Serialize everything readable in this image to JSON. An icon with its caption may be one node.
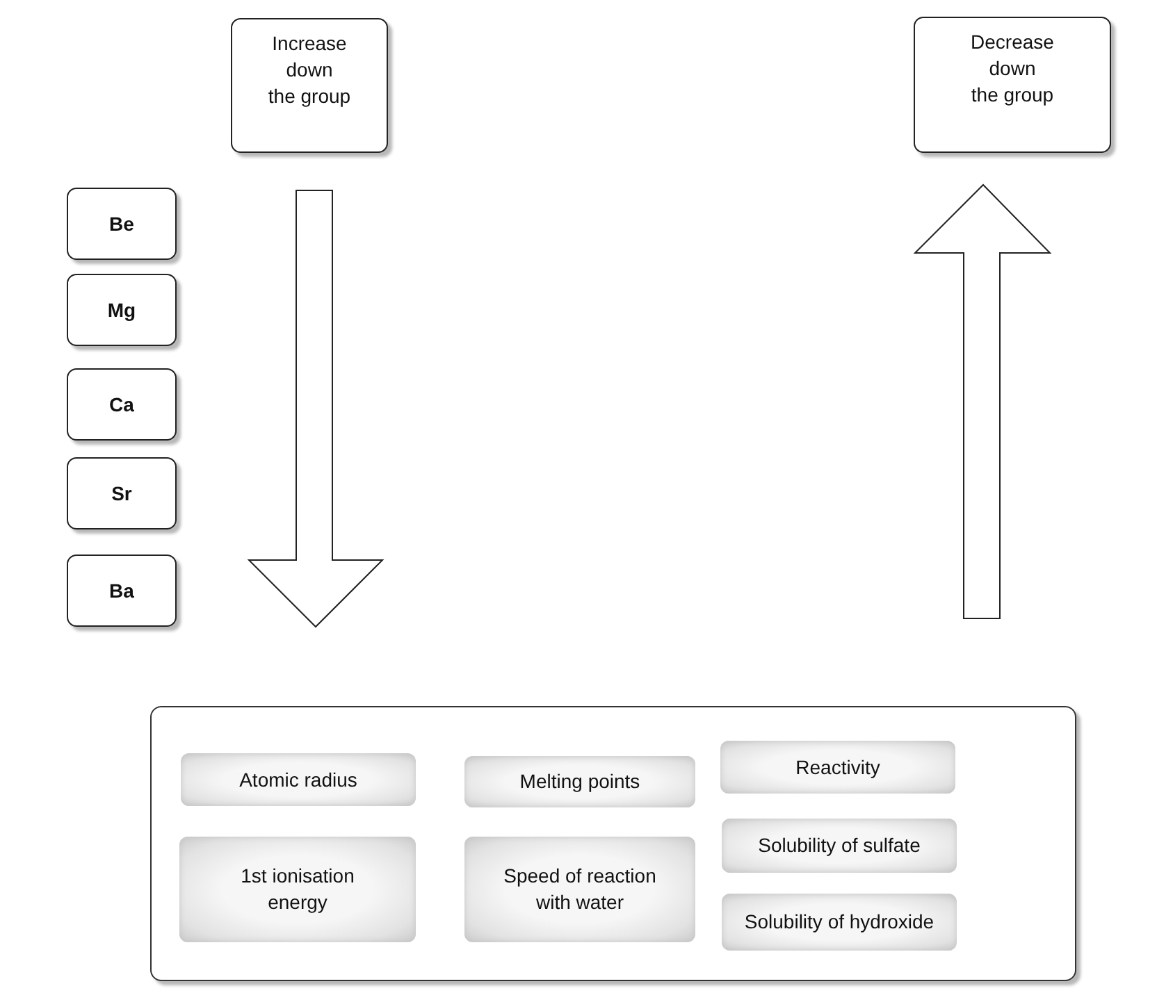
{
  "diagram": {
    "nodes": [
      {
        "text": [
          "Increase down the group"
        ]
      },
      {
        "text": [
          "Decrease down the group"
        ]
      },
      {
        "text": [
          "Be"
        ]
      },
      {
        "text": [
          "Mg"
        ]
      },
      {
        "text": [
          "Ca"
        ]
      },
      {
        "text": [
          "Sr"
        ]
      },
      {
        "text": [
          "Ba"
        ]
      },
      {
        "text": [],
        "shape": "box"
      },
      {
        "text": [
          "Atomic radius"
        ],
        "in": 7
      },
      {
        "text": [
          "Melting points"
        ],
        "in": 7
      },
      {
        "text": [
          "Reactivity"
        ],
        "in": 7
      },
      {
        "text": [
          "1st ionisation energy"
        ],
        "in": 7
      },
      {
        "text": [
          "Speed of reaction with water"
        ],
        "in": 7
      },
      {
        "text": [
          "Solubility of sulfate"
        ],
        "in": 7
      },
      {
        "text": [
          "Solubility of hydroxide"
        ],
        "in": 7
      }
    ]
  }
}
